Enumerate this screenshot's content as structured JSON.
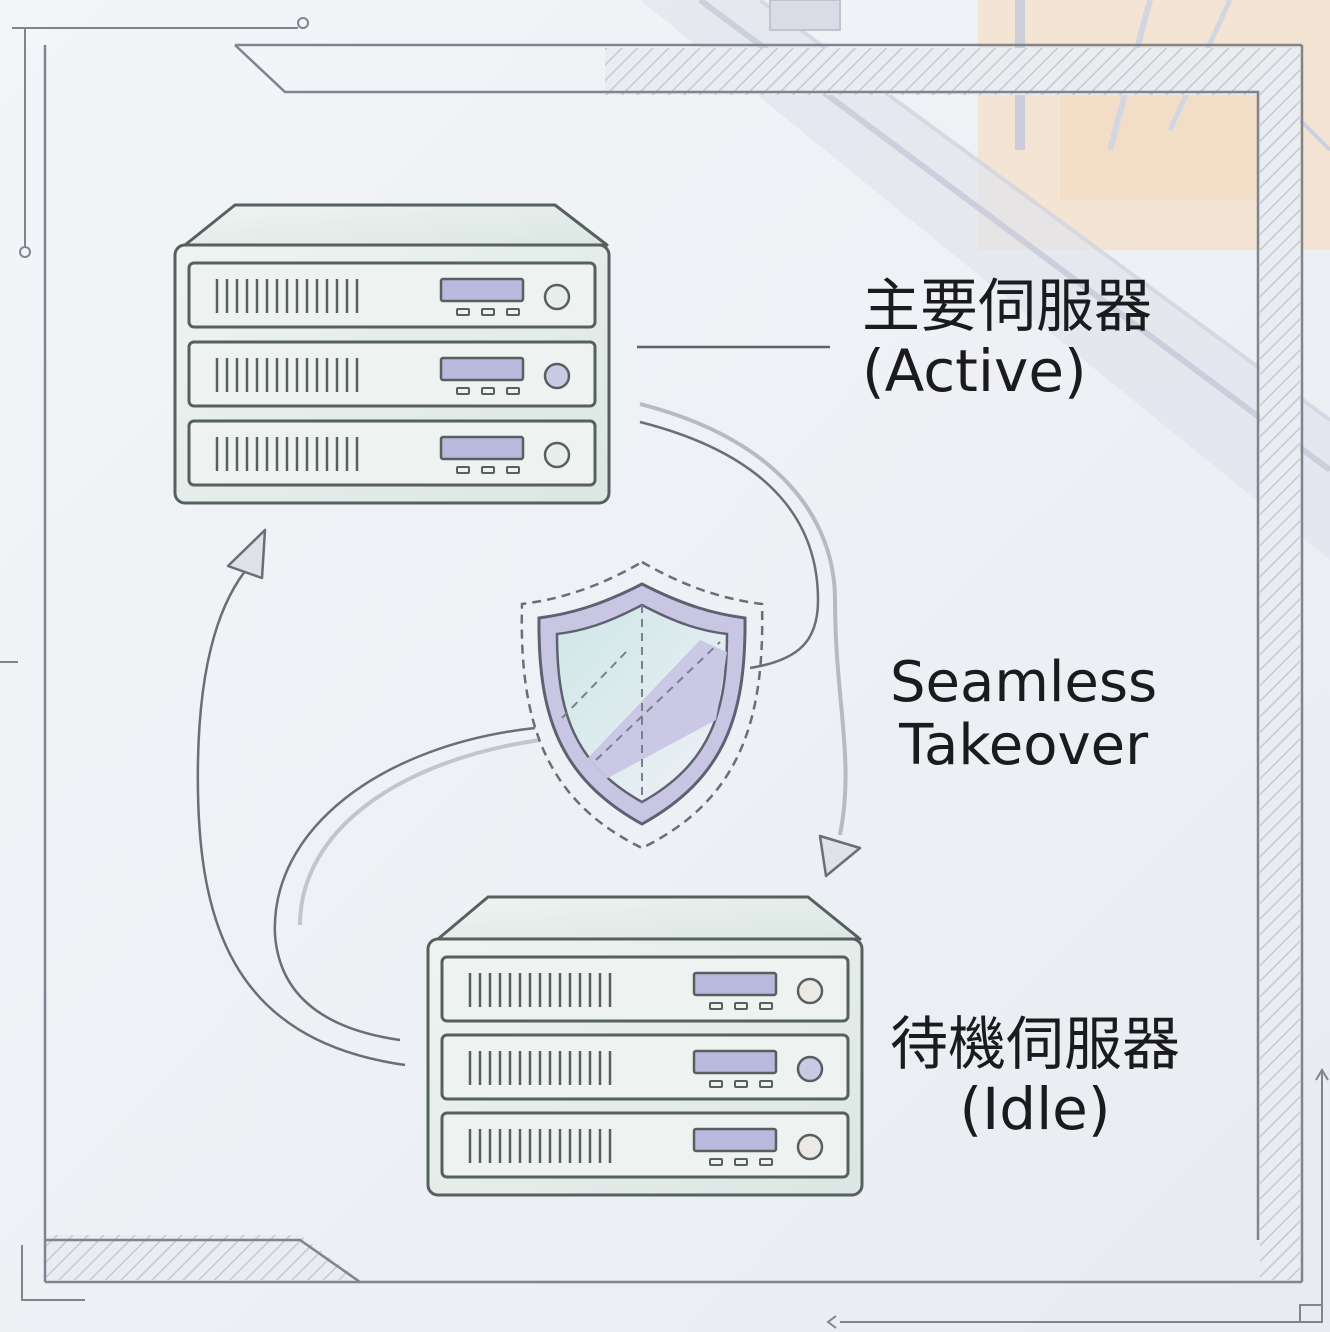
{
  "diagram": {
    "nodes": {
      "primary": {
        "title": "主要伺服器",
        "status": "(Active)"
      },
      "standby": {
        "title": "待機伺服器",
        "status": "(Idle)"
      }
    },
    "transition": {
      "line1": "Seamless",
      "line2": "Takeover"
    },
    "center_symbol": "shield-icon",
    "colors": {
      "background": "#eef1f5",
      "frame": "#7f858f",
      "server_fill": "#e4ece9",
      "server_stroke": "#56605f",
      "display": "#b8b9dc",
      "shield_fill": "#c9c6e4",
      "accent_orange": "#f5dcc0",
      "text": "#1b1b1d"
    }
  }
}
